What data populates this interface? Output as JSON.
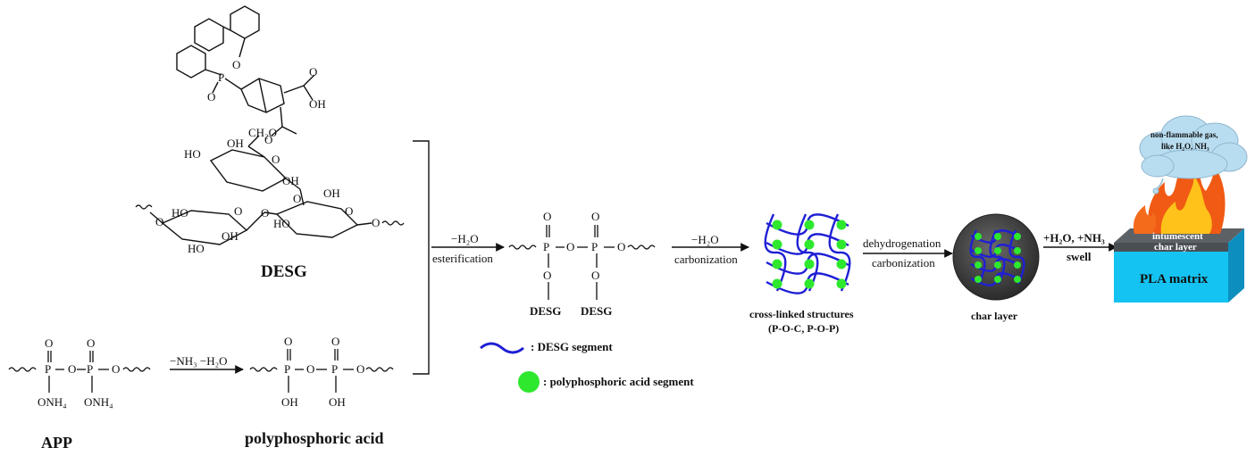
{
  "labels": {
    "desg": "DESG",
    "app": "APP",
    "polyphosphoric_acid": "polyphosphoric acid",
    "cross_linked": "cross-linked structures",
    "cross_linked_sub": "(P-O-C, P-O-P)",
    "char_layer": "char layer",
    "pla_matrix": "PLA matrix",
    "intumescent_1": "intumescent",
    "intumescent_2": "char layer",
    "cloud_1": "non-flammable gas,",
    "cloud_2": "like H₂O, NH₃"
  },
  "arrows": {
    "app_to_ppa": "−NH₃ −H₂O",
    "esterification_top": "−H₂O",
    "esterification_bottom": "esterification",
    "carbonization_top": "−H₂O",
    "carbonization_bottom": "carbonization",
    "dehydro_top": "dehydrogenation",
    "dehydro_bottom": "carbonization",
    "swell_top": "+H₂O, +NH₃",
    "swell_bottom": "swell"
  },
  "legend": {
    "desg_segment": ": DESG segment",
    "ppa_segment": ": polyphosphoric acid segment"
  },
  "atoms": {
    "P": "P",
    "O": "O",
    "OH": "OH",
    "HO": "HO",
    "ONH4": "ONH₄",
    "CH2O": "CH₂O",
    "DESG": "DESG"
  },
  "colors": {
    "desg_segment": "#1f1fd6",
    "ppa_segment": "#2ee82e",
    "char_disc": "#3a3a3a",
    "pla_front": "#14c3f2",
    "pla_top": "#5c6166",
    "pla_side": "#0c8fbf",
    "cloud": "#b9ddf0",
    "fire_outer": "#f05a14",
    "fire_inner": "#ffc21a"
  }
}
